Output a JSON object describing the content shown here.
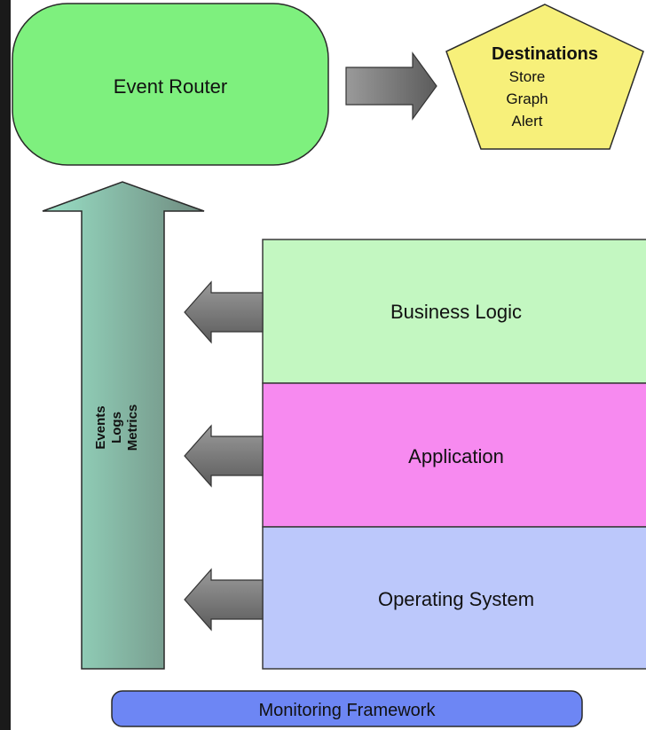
{
  "router": {
    "label": "Event Router",
    "color": "#7ef07e"
  },
  "destinations": {
    "title": "Destinations",
    "items": [
      "Store",
      "Graph",
      "Alert"
    ],
    "color": "#f7f07a"
  },
  "collector_arrow": {
    "labels": [
      "Events",
      "Logs",
      "Metrics"
    ],
    "gradient": [
      "#99e0c6",
      "#6f8a7f"
    ]
  },
  "layers": [
    {
      "label": "Business Logic",
      "color": "#c3f7c1"
    },
    {
      "label": "Application",
      "color": "#f78af0"
    },
    {
      "label": "Operating System",
      "color": "#bcc8fb"
    }
  ],
  "footer": {
    "label": "Monitoring Framework",
    "color": "#6d86f4"
  }
}
